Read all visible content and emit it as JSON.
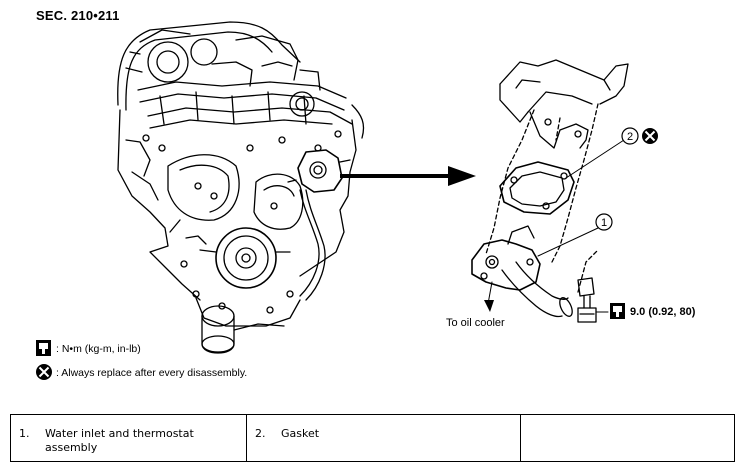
{
  "header": {
    "section": "SEC. 210•211"
  },
  "callouts": {
    "part1_number": "1",
    "part2_number": "2",
    "oil_cooler": "To oil cooler",
    "torque_value": "9.0 (0.92, 80)"
  },
  "legend": {
    "torque": ": N•m (kg-m, in-lb)",
    "replace": ": Always replace after every disassembly."
  },
  "parts_table": {
    "cells": [
      {
        "number": "1.",
        "label": "Water inlet and thermostat assembly"
      },
      {
        "number": "2.",
        "label": "Gasket"
      },
      {
        "number": "",
        "label": ""
      }
    ]
  },
  "icons": [
    "torque-wrench-icon",
    "do-not-reuse-icon"
  ]
}
